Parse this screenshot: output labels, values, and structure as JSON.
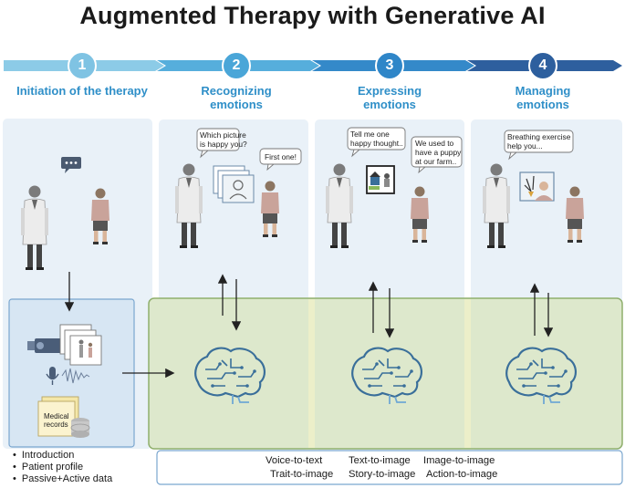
{
  "title": "Augmented Therapy with Generative AI",
  "steps": [
    {
      "number": "1",
      "label_line1": "Initiation of the therapy",
      "label_line2": ""
    },
    {
      "number": "2",
      "label_line1": "Recognizing",
      "label_line2": "emotions"
    },
    {
      "number": "3",
      "label_line1": "Expressing",
      "label_line2": "emotions"
    },
    {
      "number": "4",
      "label_line1": "Managing",
      "label_line2": "emotions"
    }
  ],
  "bubbles": {
    "step2_therapist_line1": "Which picture",
    "step2_therapist_line2": "is happy you?",
    "step2_child": "First one!",
    "step3_therapist_line1": "Tell me one",
    "step3_therapist_line2": "happy thought..",
    "step3_child_line1": "We used to",
    "step3_child_line2": "have a puppy",
    "step3_child_line3": "at our farm..",
    "step4_therapist_line1": "Breathing exercise",
    "step4_therapist_line2": "help you..."
  },
  "medical_records_line1": "Medical",
  "medical_records_line2": "records",
  "inputs_list": [
    "Introduction",
    "Patient profile",
    "Passive+Active data"
  ],
  "tech_row1": [
    "Voice-to-text",
    "Text-to-image",
    "Image-to-image"
  ],
  "tech_row2": [
    "Trait-to-image",
    "Story-to-image",
    "Action-to-image"
  ],
  "colors": {
    "step1": "#7fc3e3",
    "step2": "#4aa6d8",
    "step3": "#2f86c8",
    "step4": "#2d5f9e",
    "label": "#2f8fc8",
    "panel": "#e9f1f8",
    "ai_panel": "#dfe9cf",
    "brain": "#3a6f9a"
  }
}
